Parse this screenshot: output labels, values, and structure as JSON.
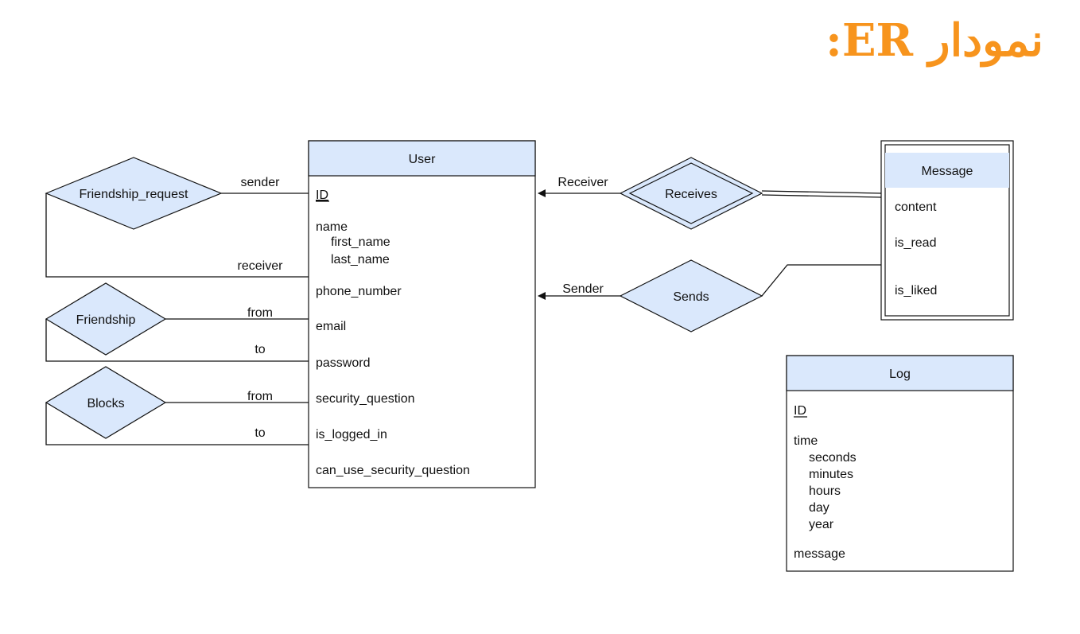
{
  "title": "نمودار ER:",
  "entities": {
    "user": {
      "name": "User",
      "key": "ID",
      "name_attr": "name",
      "first_name": "first_name",
      "last_name": "last_name",
      "phone_number": "phone_number",
      "email": "email",
      "password": "password",
      "security_question": "security_question",
      "is_logged_in": "is_logged_in",
      "can_use_security_question": "can_use_security_question"
    },
    "message": {
      "name": "Message",
      "content": "content",
      "is_read": "is_read",
      "is_liked": "is_liked"
    },
    "log": {
      "name": "Log",
      "key": "ID",
      "time": "time",
      "seconds": "seconds",
      "minutes": "minutes",
      "hours": "hours",
      "day": "day",
      "year": "year",
      "message": "message"
    }
  },
  "relationships": {
    "friendship_request": {
      "name": "Friendship_request",
      "sender": "sender",
      "receiver": "receiver"
    },
    "friendship": {
      "name": "Friendship",
      "from": "from",
      "to": "to"
    },
    "blocks": {
      "name": "Blocks",
      "from": "from",
      "to": "to"
    },
    "receives": {
      "name": "Receives",
      "role": "Receiver"
    },
    "sends": {
      "name": "Sends",
      "role": "Sender"
    }
  }
}
